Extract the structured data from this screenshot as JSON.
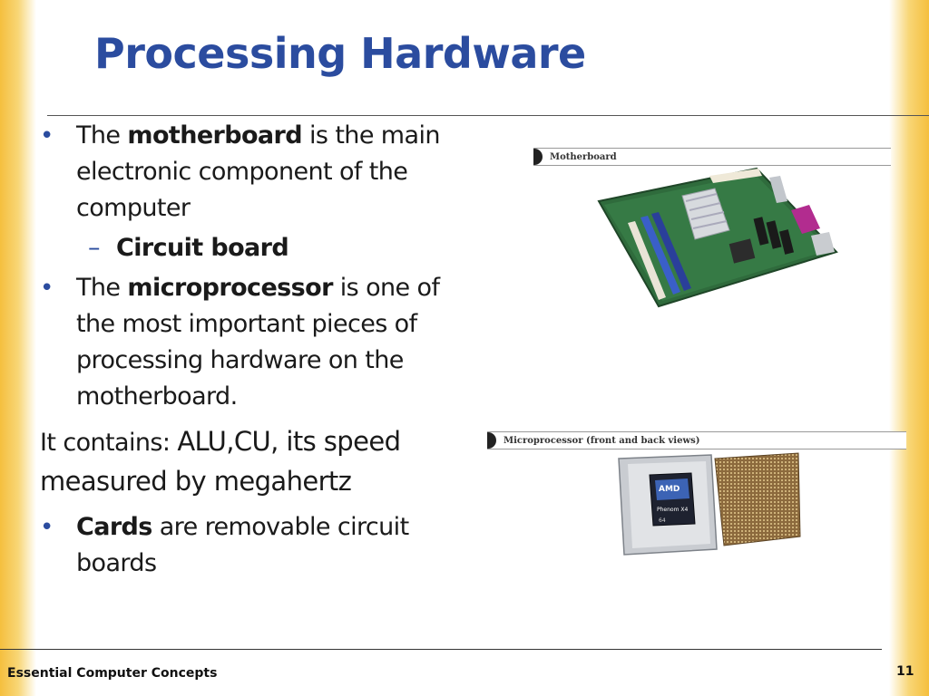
{
  "slide": {
    "title": "Processing Hardware",
    "bullet1": {
      "pre": "The ",
      "bold": "motherboard",
      "post": " is the main electronic component of the computer"
    },
    "sub1": {
      "bold": "Circuit board"
    },
    "bullet2": {
      "pre": "The ",
      "bold": "microprocessor",
      "post": " is one of the most important pieces of processing hardware on the motherboard."
    },
    "para": {
      "pre": "It contains: ",
      "big": "ALU,CU, its speed measured by megahertz"
    },
    "bullet3": {
      "bold": "Cards",
      "post": " are removable circuit boards"
    }
  },
  "figures": {
    "motherboard_label": "Motherboard",
    "processor_label": "Microprocessor (front and back views)",
    "chip_brand": "AMD",
    "chip_model": "Phenom X4",
    "chip_badge": "64"
  },
  "footer": {
    "left": "Essential Computer Concepts",
    "page": "11"
  },
  "colors": {
    "title": "#2b4c9f",
    "accent_edge": "#f5bf3e",
    "board_green": "#2f6b3c"
  }
}
